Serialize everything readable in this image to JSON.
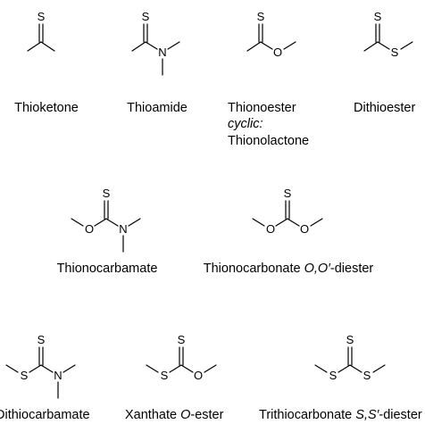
{
  "atoms": {
    "S": "S",
    "N": "N",
    "O": "O"
  },
  "row1": {
    "thioketone": "Thioketone",
    "thioamide": "Thioamide",
    "thionoester": "Thionoester",
    "cyclic": "cyclic:",
    "thionolactone": "Thionolactone",
    "dithioester": "Dithioester"
  },
  "row2": {
    "thionocarbamate": "Thionocarbamate",
    "thionocarbonate_main": "Thionocarbonate ",
    "thionocarbonate_it": "O,O′",
    "thionocarbonate_tail": "-diester"
  },
  "row3": {
    "dithiocarbamate": "Dithiocarbamate",
    "xanthate_main": "Xanthate ",
    "xanthate_it": "O",
    "xanthate_tail": "-ester",
    "trithio_main": "Trithiocarbonate ",
    "trithio_it": "S,S′",
    "trithio_tail": "-diester"
  }
}
